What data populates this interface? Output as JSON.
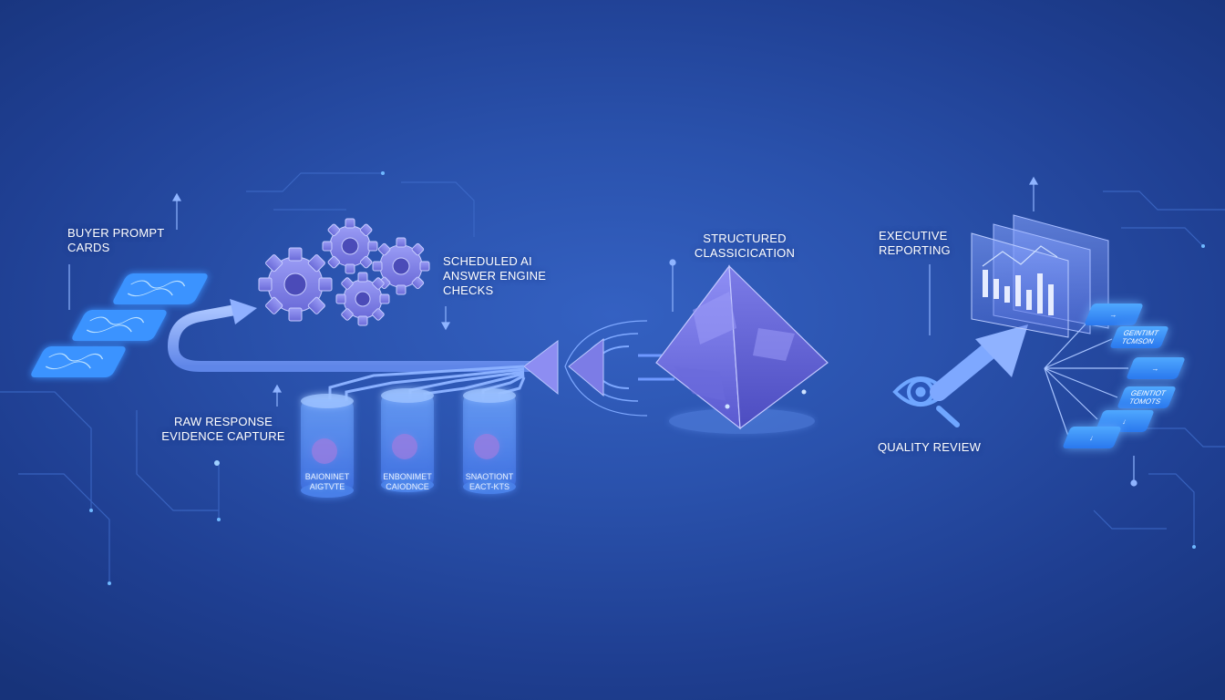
{
  "steps": {
    "buyer_prompt": "BUYER PROMPT\nCARDS",
    "scheduled_checks": "SCHEDULED AI\nANSWER ENGINE\nCHECKS",
    "raw_capture": "RAW RESPONSE\nEVIDENCE CAPTURE",
    "classification": "STRUCTURED\nCLASSICICATION",
    "executive_reporting": "EXECUTIVE\nREPORTING",
    "quality_review": "QUALITY REVIEW"
  },
  "canisters": [
    {
      "label": "BAIONINET\nAIGTVTE"
    },
    {
      "label": "ENBONIMET\nCAIODNCE"
    },
    {
      "label": "SNAOTIONT\nEACT-KTS"
    }
  ],
  "output_tiles": [
    {
      "label": ""
    },
    {
      "label": "GEINTIMT\nTCMSON"
    },
    {
      "label": ""
    },
    {
      "label": "GEINTIOT\nTOMOTS"
    },
    {
      "label": ""
    },
    {
      "label": ""
    }
  ],
  "colors": {
    "accent": "#5aa8ff",
    "pipe": "#7ea8ff",
    "prism": "#7a7ff0"
  }
}
